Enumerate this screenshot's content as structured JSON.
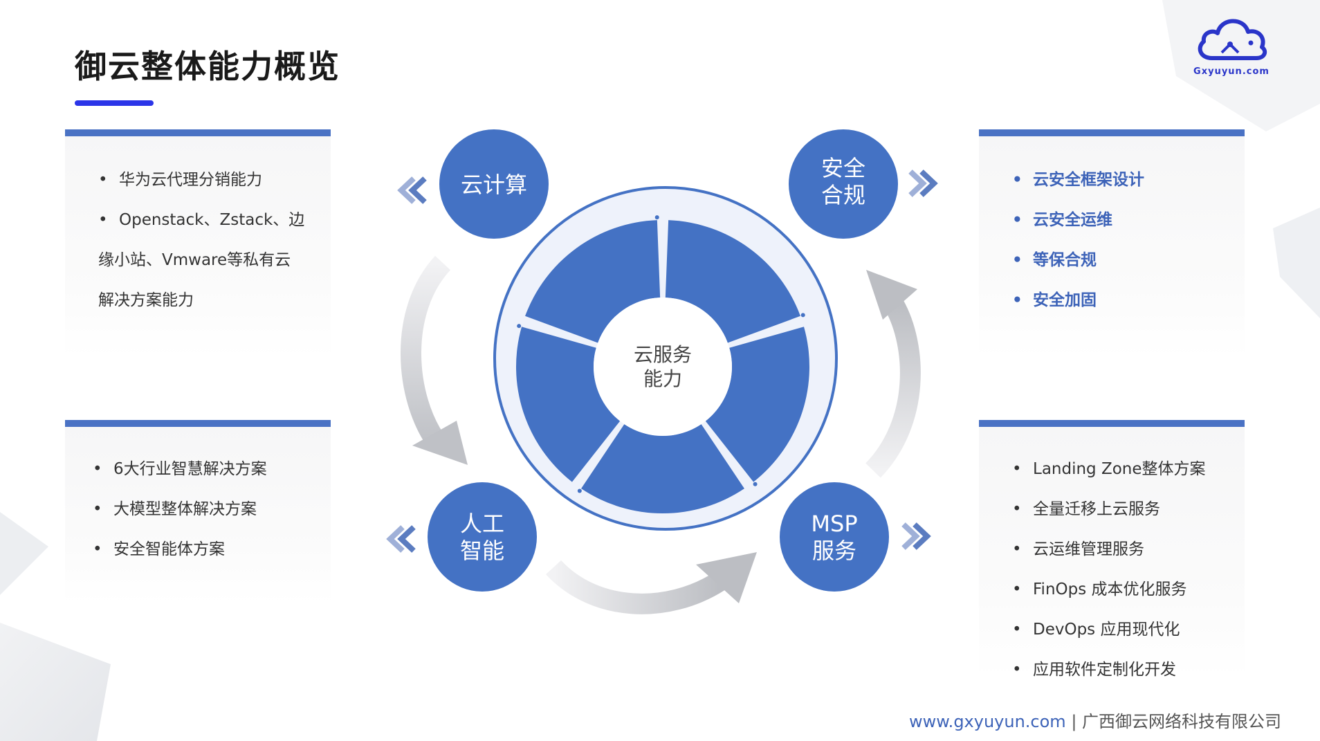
{
  "title": "御云整体能力概览",
  "logo": {
    "text": "Gxyuyun.com"
  },
  "center": {
    "line1": "云服务",
    "line2": "能力"
  },
  "nodes": {
    "cloud_computing": {
      "line1": "云计算",
      "line2": ""
    },
    "security": {
      "line1": "安全",
      "line2": "合规"
    },
    "ai": {
      "line1": "人工",
      "line2": "智能"
    },
    "msp": {
      "line1": "MSP",
      "line2": "服务"
    }
  },
  "panels": {
    "cloud_computing": {
      "items": [
        "华为云代理分销能力",
        "Openstack、Zstack、边",
        "缘小站、Vmware等私有云",
        "解决方案能力"
      ]
    },
    "ai": {
      "items": [
        "6大行业智慧解决方案",
        "大模型整体解决方案",
        "安全智能体方案"
      ]
    },
    "security": {
      "items": [
        "云安全框架设计",
        "云安全运维",
        "等保合规",
        "安全加固"
      ]
    },
    "msp": {
      "items": [
        "Landing Zone整体方案",
        "全量迁移上云服务",
        "云运维管理服务",
        "FinOps 成本优化服务",
        "DevOps 应用现代化",
        "应用软件定制化开发"
      ]
    }
  },
  "footer": {
    "url": "www.gxyuyun.com",
    "separator": " | ",
    "company": "广西御云网络科技有限公司"
  },
  "colors": {
    "primary": "#4472c4",
    "accent_bar": "#2b35e8",
    "ring_fill": "#eef2fb",
    "arrow_grey": "#c9cbd0",
    "security_text": "#3d63b8"
  }
}
